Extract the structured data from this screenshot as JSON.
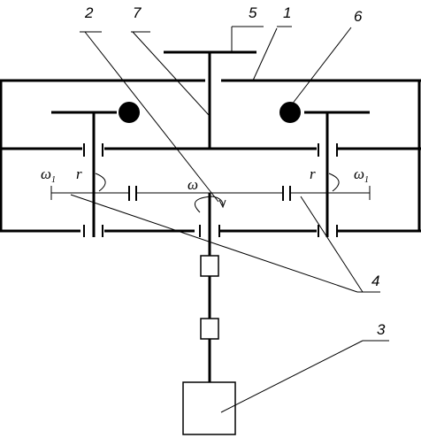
{
  "labels": {
    "l1": "1",
    "l2": "2",
    "l3": "3",
    "l4": "4",
    "l5": "5",
    "l6": "6",
    "l7": "7"
  },
  "symbols": {
    "omega": "ω",
    "omega1_left": "ω",
    "omega1_left_sub": "1",
    "omega1_right": "ω",
    "omega1_right_sub": "1",
    "r_left": "r",
    "r_right": "r"
  }
}
